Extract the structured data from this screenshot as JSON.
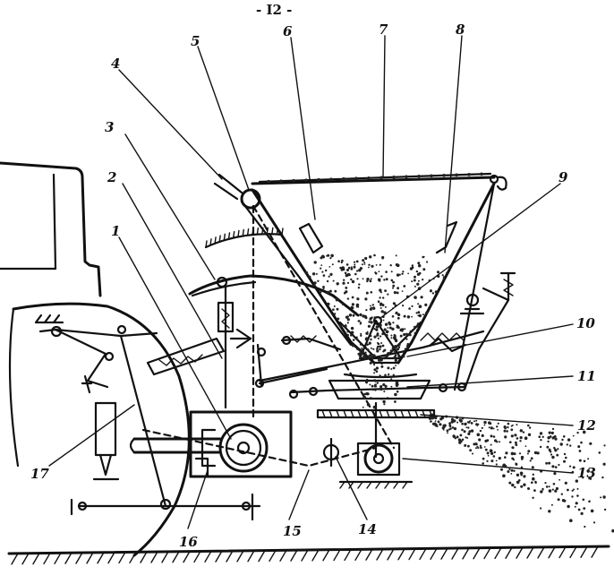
{
  "page_number": "- I2 -",
  "labels": [
    "1",
    "2",
    "3",
    "4",
    "5",
    "6",
    "7",
    "8",
    "9",
    "10",
    "11",
    "12",
    "13",
    "14",
    "15",
    "16",
    "17"
  ]
}
